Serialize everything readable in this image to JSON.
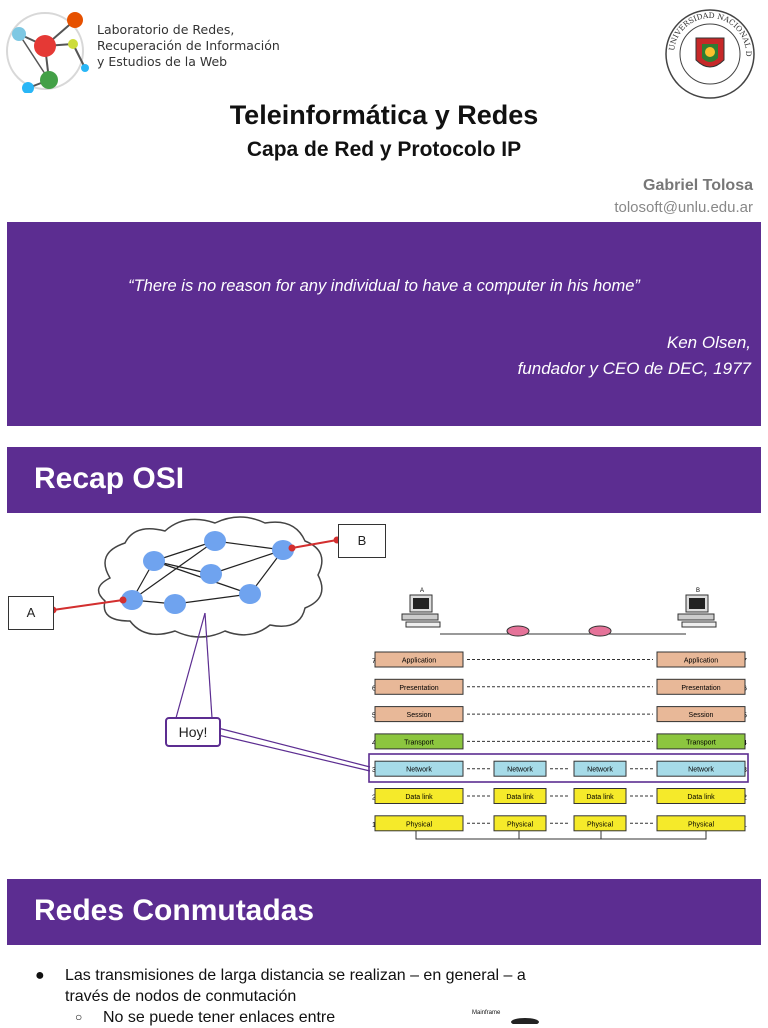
{
  "header": {
    "lab_lines": [
      "Laboratorio de Redes,",
      "Recuperación de Información",
      "y Estudios de la Web"
    ],
    "seal_text": "UNIVERSIDAD NACIONAL DE LUJAN"
  },
  "title": "Teleinformática y Redes",
  "subtitle": "Capa de Red y Protocolo IP",
  "author": "Gabriel Tolosa",
  "email": "tolosoft@unlu.edu.ar",
  "quote": {
    "text": "“There is no reason for any individual to have a computer in his home”",
    "author_line1": "Ken Olsen,",
    "author_line2": "fundador y CEO de DEC, 1977"
  },
  "section1": {
    "title": "Recap OSI"
  },
  "network": {
    "label_a": "A",
    "label_b": "B",
    "callout": "Hoy!"
  },
  "osi": {
    "host_a": "A",
    "host_b": "B",
    "layers": [
      {
        "num": "7",
        "name": "Application"
      },
      {
        "num": "6",
        "name": "Presentation"
      },
      {
        "num": "5",
        "name": "Session"
      },
      {
        "num": "4",
        "name": "Transport"
      },
      {
        "num": "3",
        "name": "Network"
      },
      {
        "num": "2",
        "name": "Data link"
      },
      {
        "num": "1",
        "name": "Physical"
      }
    ]
  },
  "section2": {
    "title": "Redes Conmutadas"
  },
  "bullets": {
    "b1_line1": "Las transmisiones de larga distancia se realizan – en general – a",
    "b1_line2": "través de nodos de conmutación",
    "b2": "No se puede tener enlaces entre"
  },
  "mainframe_label": "Mainframe",
  "colors": {
    "accent": "#5c2d91",
    "upper_layer": "#e8b898",
    "transport": "#8cc63f",
    "network": "#a6dbe8",
    "lower_layer": "#f5ea2a"
  }
}
